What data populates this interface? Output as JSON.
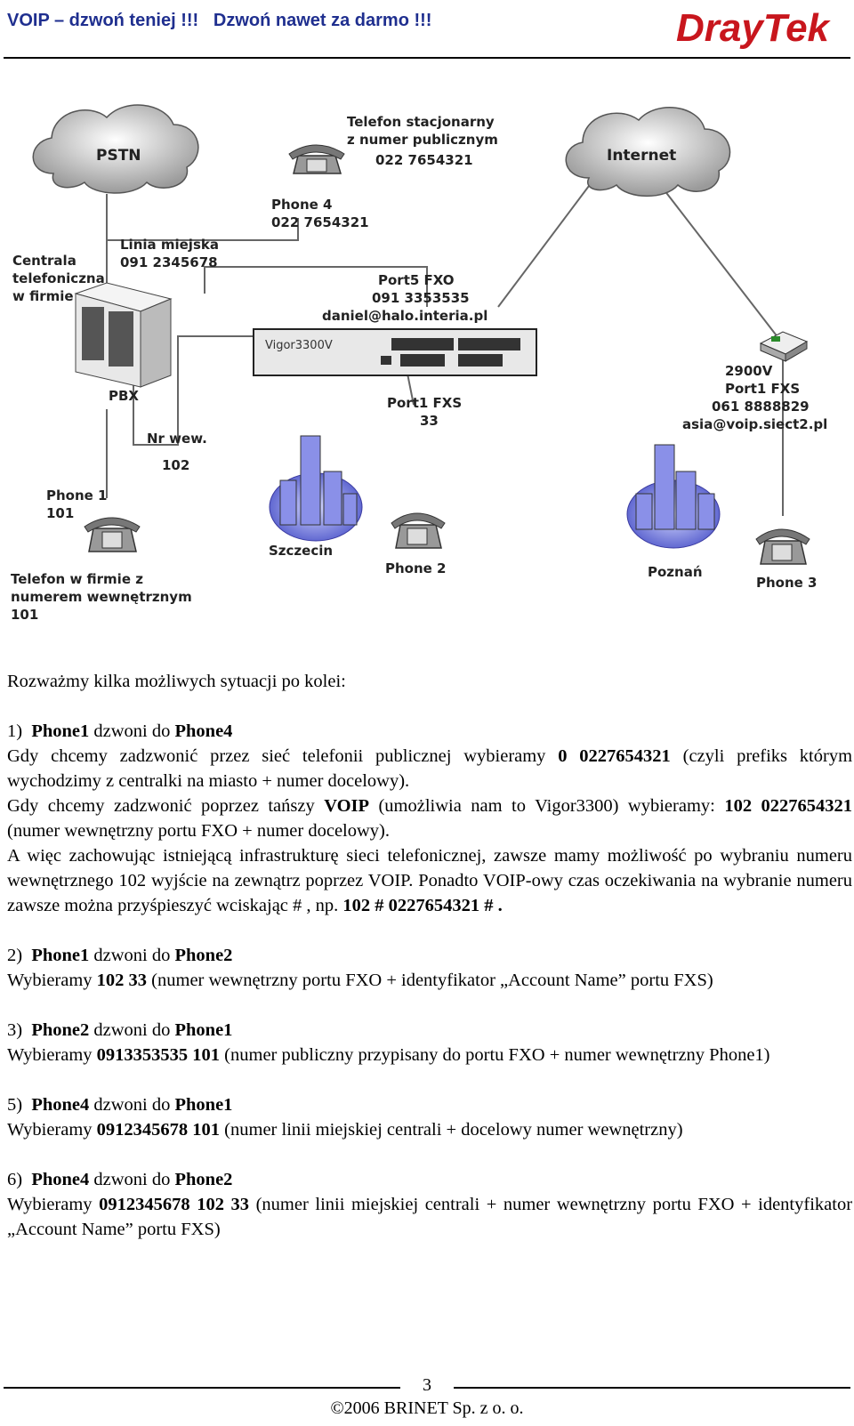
{
  "header": {
    "title": "VOIP – dzwoń teniej !!!   Dzwoń nawet za darmo !!!",
    "logo_text": "DrayTek",
    "accent_color": "#1f2f8f",
    "logo_color": "#c8161d"
  },
  "diagram": {
    "clouds": {
      "pstn": "PSTN",
      "internet": "Internet"
    },
    "landline_caption": [
      "Telefon stacjonarny",
      "z numer publicznym",
      "022 7654321"
    ],
    "phone4": [
      "Phone 4",
      "022 7654321"
    ],
    "city_line": [
      "Linia miejska",
      "091 2345678"
    ],
    "company_pbx": [
      "Centrala",
      "telefoniczna",
      "w firmie"
    ],
    "port5": [
      "Port5 FXO",
      "091 3353535",
      "daniel@halo.interia.pl"
    ],
    "router_model": "Vigor3300V",
    "port1": [
      "Port1 FXS",
      "33"
    ],
    "vigor2900": [
      "2900V",
      "Port1 FXS",
      "061 8888829",
      "asia@voip.siect2.pl"
    ],
    "pbx": "PBX",
    "extension": [
      "Nr wew.",
      "102"
    ],
    "phone1": [
      "Phone 1",
      "101"
    ],
    "company_phone": [
      "Telefon w firmie z",
      "numerem wewnętrznym",
      "101"
    ],
    "szczecin": "Szczecin",
    "phone2": "Phone 2",
    "poznan": "Poznań",
    "phone3": "Phone 3"
  },
  "body": {
    "intro": "Rozważmy kilka możliwych sytuacji po kolei:",
    "s1_num": "1)",
    "s1_from": "Phone1",
    "s1_mid": "dzwoni do",
    "s1_to": "Phone4",
    "s1_l1a": "Gdy chcemy zadzwonić przez sieć telefonii publicznej wybieramy",
    "s1_l1b": "0 0227654321",
    "s1_l1c": "(czyli prefiks którym wychodzimy z centralki na miasto + numer docelowy).",
    "s1_l2a": "Gdy chcemy zadzwonić poprzez tańszy",
    "s1_l2b": "VOIP",
    "s1_l2c": "(umożliwia nam to Vigor3300) wybieramy:",
    "s1_l2d": "102 0227654321",
    "s1_l2e": "(numer wewnętrzny portu FXO + numer docelowy).",
    "s1_l3a": "A więc zachowując istniejącą infrastrukturę sieci telefonicznej, zawsze mamy możliwość po wybraniu numeru wewnętrznego 102 wyjście na zewnątrz poprzez VOIP. Ponadto VOIP-owy czas oczekiwania na wybranie numeru zawsze można przyśpieszyć wciskając # , np.",
    "s1_l3b": "102 # 0227654321 # .",
    "s2_num": "2)",
    "s2_from": "Phone1",
    "s2_mid": "dzwoni do",
    "s2_to": "Phone2",
    "s2_a": "Wybieramy",
    "s2_b": "102 33",
    "s2_c": "(numer wewnętrzny portu FXO + identyfikator „Account Name” portu FXS)",
    "s3_num": "3)",
    "s3_from": "Phone2",
    "s3_mid": "dzwoni do",
    "s3_to": "Phone1",
    "s3_a": "Wybieramy",
    "s3_b": "0913353535 101",
    "s3_c": "(numer publiczny przypisany do portu FXO + numer wewnętrzny Phone1)",
    "s5_num": "5)",
    "s5_from": "Phone4",
    "s5_mid": "dzwoni do",
    "s5_to": "Phone1",
    "s5_a": "Wybieramy",
    "s5_b": "0912345678 101",
    "s5_c": "(numer linii miejskiej centrali + docelowy numer wewnętrzny)",
    "s6_num": "6)",
    "s6_from": "Phone4",
    "s6_mid": "dzwoni do",
    "s6_to": "Phone2",
    "s6_a": "Wybieramy",
    "s6_b": "0912345678 102 33",
    "s6_c": "(numer linii miejskiej centrali + numer wewnętrzny portu FXO + identyfikator „Account Name” portu FXS)"
  },
  "footer": {
    "page_number": "3",
    "copyright": "©2006 BRINET Sp. z o. o."
  }
}
